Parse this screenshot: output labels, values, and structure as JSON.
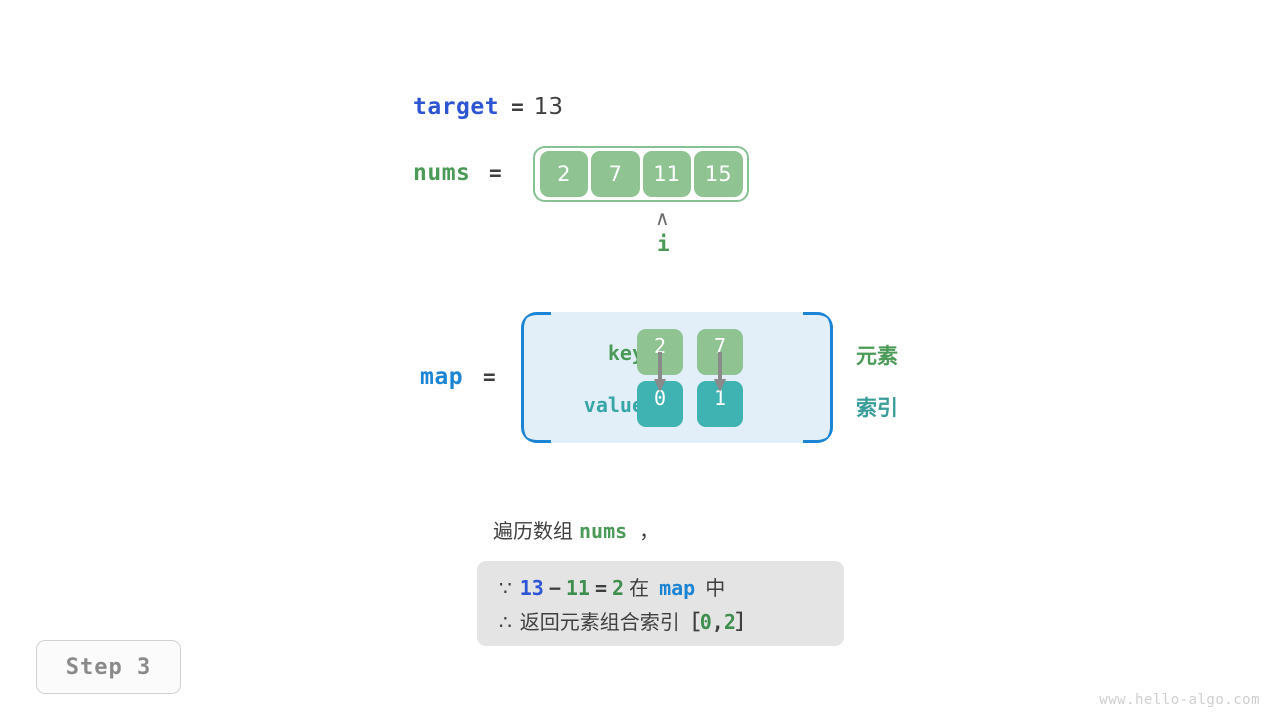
{
  "target": {
    "label": "target",
    "equals": "=",
    "value": "13"
  },
  "nums": {
    "label": "nums",
    "equals": "=",
    "cells": [
      "2",
      "7",
      "11",
      "15"
    ],
    "pointer": {
      "caret": "∧",
      "label": "i",
      "index": 2
    }
  },
  "map": {
    "label": "map",
    "equals": "=",
    "row_labels": {
      "key": "key",
      "value": "value"
    },
    "entries": [
      {
        "key": "2",
        "value": "0"
      },
      {
        "key": "7",
        "value": "1"
      }
    ],
    "legends": {
      "element": "元素",
      "index": "索引"
    }
  },
  "caption": {
    "prefix": "遍历数组",
    "code": "nums",
    "suffix": "，"
  },
  "note": {
    "line1": {
      "symbol": "∵",
      "a": "13",
      "minus": "−",
      "b": "11",
      "eq": "=",
      "c": "2",
      "word_in": "在",
      "map": "map",
      "word_zhong": "中"
    },
    "line2": {
      "symbol": "∴",
      "text": "返回元素组合索引",
      "bracket_open": "［",
      "idx_a": "0",
      "comma": ",",
      "idx_b": "2",
      "bracket_close": "］"
    }
  },
  "step_badge": {
    "label": "Step 3"
  },
  "watermark": {
    "text": "www.hello-algo.com"
  },
  "colors": {
    "target_blue": "#2E56D4",
    "map_blue": "#1C84D4",
    "green": "#4C9A58",
    "cell_green": "#8FC392",
    "cell_teal": "#3FB3B2",
    "teal_text": "#36A6A6",
    "map_bg": "#E2EFF9",
    "note_bg": "#E4E4E4",
    "arrow_gray": "#8A8A8A"
  }
}
